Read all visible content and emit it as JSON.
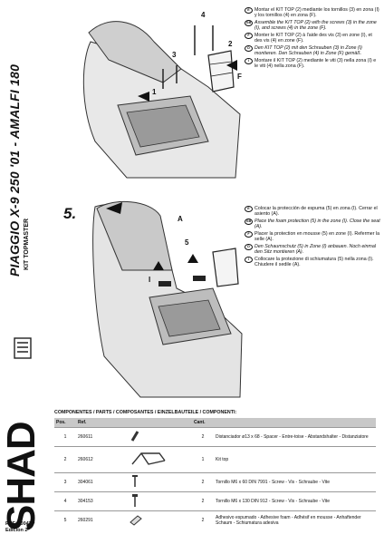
{
  "header": {
    "model_title": "PIAGGIO X-9 250 '01 - AMALFI 180",
    "subtitle": "KIT TOPMASTER"
  },
  "brand": {
    "logo_text": "SHAD",
    "ref_line": "REF. 50047P",
    "edition": "Edicion 2ª"
  },
  "step4": {
    "labels": {
      "four": "4",
      "three": "3",
      "two": "2",
      "one": "1",
      "f": "F"
    },
    "instructions": [
      {
        "lang": "E",
        "text": "Montar el KIT TOP (2) mediante los tornillos (3) en zona (I) y los tornillos (4) en zona (F).",
        "italic": false
      },
      {
        "lang": "GB",
        "text": "Assemble the KIT TOP (2) with the screws (3) in the zone (I), and screws (4) in the zone (F).",
        "italic": true
      },
      {
        "lang": "F",
        "text": "Monter le KIT TOP (2) à l'aide des vis (3) en zone (I), et des vis (4) en zone (F).",
        "italic": false
      },
      {
        "lang": "D",
        "text": "Den KIT TOP (2) mit den Schrauben (3) in Zone (I) montieren. Den Schrauben (4) in Zone (F) gemäß.",
        "italic": true
      },
      {
        "lang": "I",
        "text": "Montare il KIT TOP (2) mediante le viti (3) nella zona (I) e le viti (4) nella zona (F).",
        "italic": false
      }
    ]
  },
  "step5": {
    "number": "5.",
    "labels": {
      "a": "A",
      "five": "5",
      "i": "I"
    },
    "instructions": [
      {
        "lang": "E",
        "text": "Colocar la protección de espuma (5) en zona (I). Cerrar el asiento (A).",
        "italic": false
      },
      {
        "lang": "GB",
        "text": "Place the foam protection (5) in the zone (I). Close the seat (A).",
        "italic": true
      },
      {
        "lang": "F",
        "text": "Placer la protection en mousse (5) en zone (I). Refermer la selle (A).",
        "italic": false
      },
      {
        "lang": "D",
        "text": "Den Schaumschutz (5) in Zone (I) anbauen. Noch einmal den Sitz montieren (A).",
        "italic": true
      },
      {
        "lang": "I",
        "text": "Collocare la protezione di schiumatura (5) nella zona (I). Chiudere il sedile (A).",
        "italic": false
      }
    ]
  },
  "components": {
    "title": "COMPONENTES / PARTS / COMPOSANTES / EINZELBAUTEILE / COMPONENTI:",
    "headers": {
      "pos": "Pos.",
      "ref": "Ref.",
      "qty": "Cant."
    },
    "rows": [
      {
        "pos": "1",
        "ref": "260611",
        "qty": "2",
        "desc": "Distanciador ø13 x 68 - Spacer - Entre-toise - Abstandshalter - Distanziatore"
      },
      {
        "pos": "2",
        "ref": "260612",
        "qty": "1",
        "desc": "Kit top"
      },
      {
        "pos": "3",
        "ref": "304061",
        "qty": "2",
        "desc": "Tornillo M6 x 60 DIN 7991 - Screw - Vis - Schraube - Vite"
      },
      {
        "pos": "4",
        "ref": "304153",
        "qty": "2",
        "desc": "Tornillo M6 x 130 DIN 912 - Screw - Vis - Schraube - Vite"
      },
      {
        "pos": "5",
        "ref": "260291",
        "qty": "2",
        "desc": "Adhesivo espumado - Adhesive foam - Adhésif en mousse - Anhaftender Schaum - Schiumatura adesiva"
      }
    ]
  }
}
